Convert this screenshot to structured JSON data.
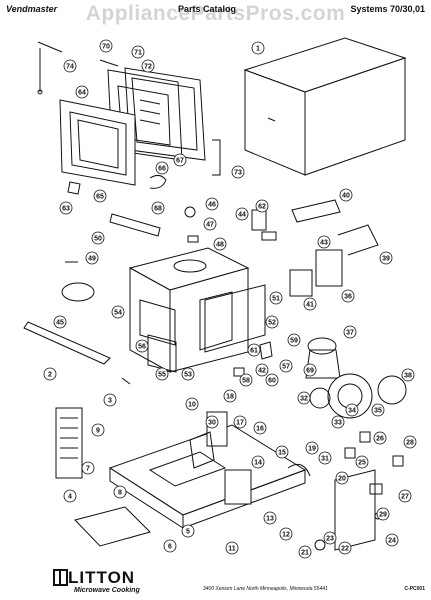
{
  "header": {
    "left": "Vendmaster",
    "center": "Parts Catalog",
    "right": "Systems 70/30,01"
  },
  "watermark": "AppliancePartsPros.com",
  "footer": {
    "brand": "LITTON",
    "subbrand": "Microwave Cooking",
    "address": "3400 Xenium Lane North   Minneapolis, Minnesota 55441",
    "code": "C-PC001"
  },
  "balloons": [
    "1",
    "2",
    "3",
    "4",
    "5",
    "6",
    "7",
    "8",
    "9",
    "10",
    "11",
    "12",
    "13",
    "14",
    "15",
    "16",
    "17",
    "18",
    "19",
    "20",
    "21",
    "22",
    "23",
    "24",
    "25",
    "26",
    "27",
    "28",
    "29",
    "30",
    "31",
    "32",
    "33",
    "34",
    "35",
    "36",
    "37",
    "38",
    "39",
    "40",
    "41",
    "42",
    "43",
    "44",
    "45",
    "46",
    "47",
    "48",
    "49",
    "50",
    "51",
    "52",
    "53",
    "54",
    "55",
    "56",
    "57",
    "58",
    "59",
    "60",
    "61",
    "62",
    "63",
    "64",
    "65",
    "66",
    "67",
    "68",
    "69",
    "70",
    "71",
    "72",
    "73",
    "74"
  ]
}
